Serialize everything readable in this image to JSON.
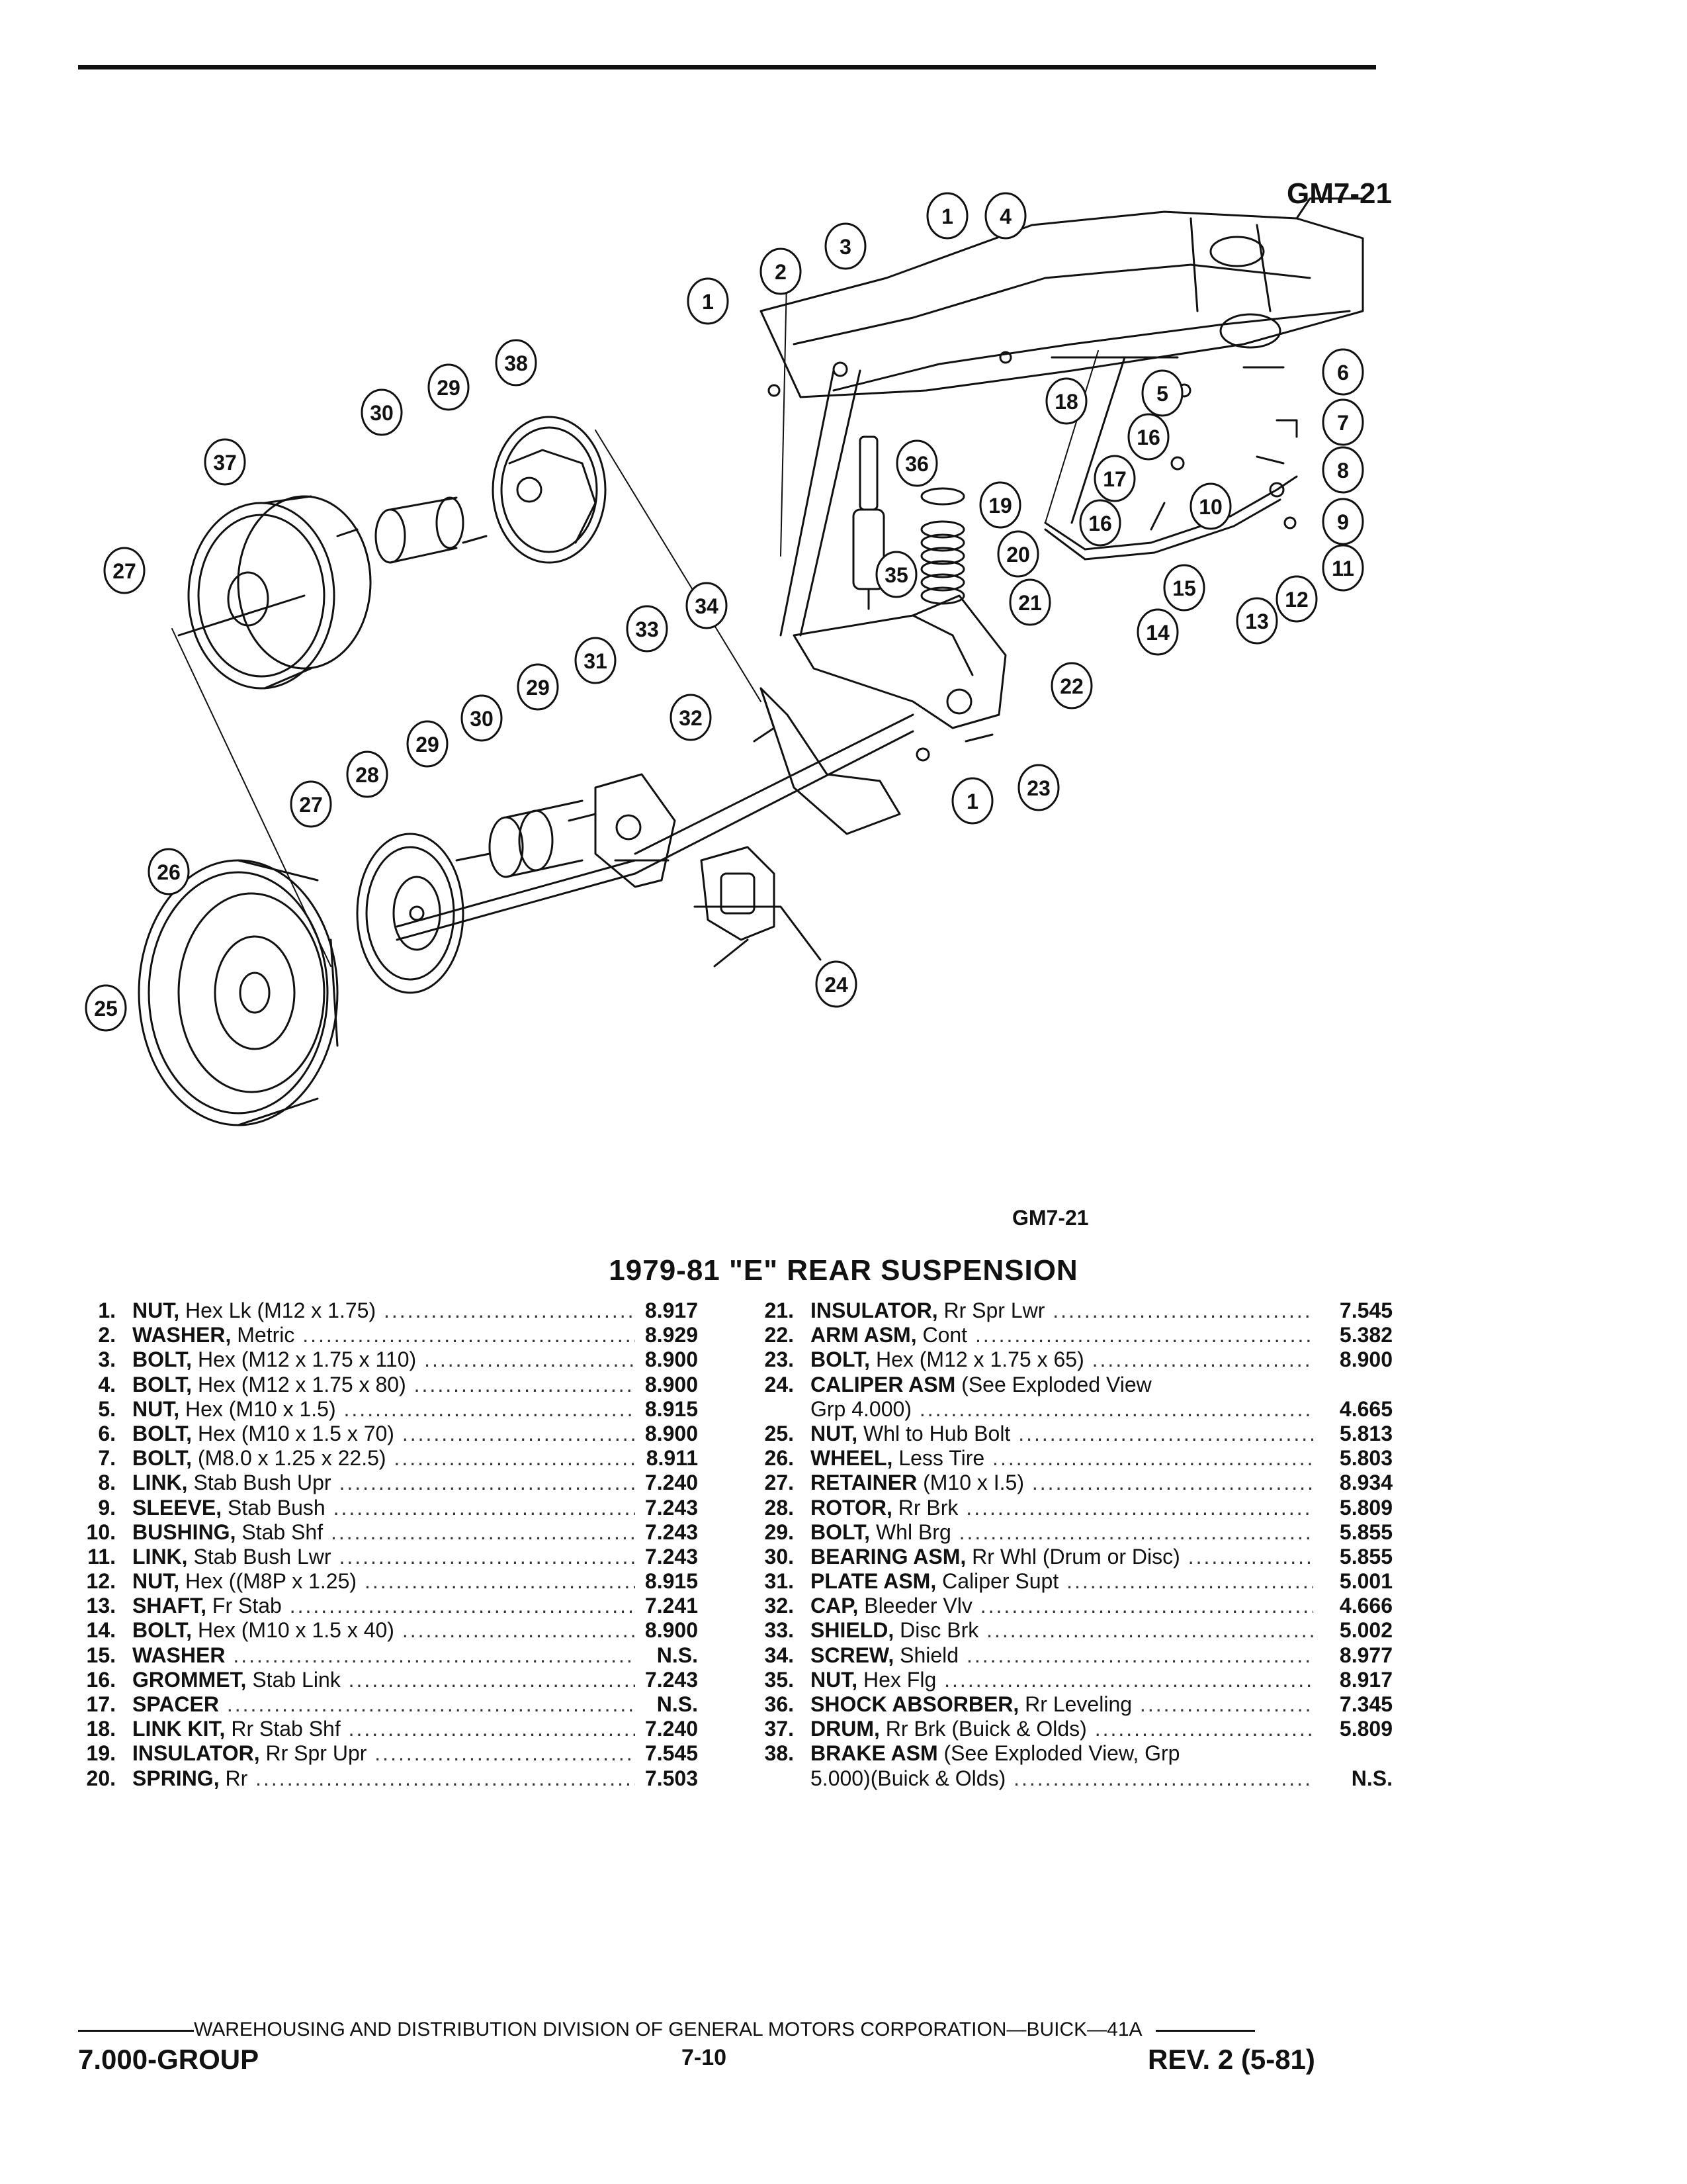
{
  "figure_id": "GM7-21",
  "figure_caption": "GM7-21",
  "title": "1979-81 \"E\" REAR SUSPENSION",
  "parts_left": [
    {
      "num": "1.",
      "name": "NUT,",
      "desc": "Hex Lk (M12 x 1.75)",
      "value": "8.917"
    },
    {
      "num": "2.",
      "name": "WASHER,",
      "desc": "Metric",
      "value": "8.929"
    },
    {
      "num": "3.",
      "name": "BOLT,",
      "desc": "Hex (M12 x 1.75 x 110)",
      "value": "8.900"
    },
    {
      "num": "4.",
      "name": "BOLT,",
      "desc": "Hex (M12 x 1.75 x 80)",
      "value": "8.900"
    },
    {
      "num": "5.",
      "name": "NUT,",
      "desc": "Hex (M10 x 1.5)",
      "value": "8.915"
    },
    {
      "num": "6.",
      "name": "BOLT,",
      "desc": "Hex (M10 x 1.5 x 70)",
      "value": "8.900"
    },
    {
      "num": "7.",
      "name": "BOLT,",
      "desc": "(M8.0 x 1.25 x 22.5)",
      "value": "8.911"
    },
    {
      "num": "8.",
      "name": "LINK,",
      "desc": "Stab Bush Upr",
      "value": "7.240"
    },
    {
      "num": "9.",
      "name": "SLEEVE,",
      "desc": "Stab Bush",
      "value": "7.243"
    },
    {
      "num": "10.",
      "name": "BUSHING,",
      "desc": "Stab Shf",
      "value": "7.243"
    },
    {
      "num": "11.",
      "name": "LINK,",
      "desc": "Stab Bush Lwr",
      "value": "7.243"
    },
    {
      "num": "12.",
      "name": "NUT,",
      "desc": "Hex ((M8P x 1.25)",
      "value": "8.915"
    },
    {
      "num": "13.",
      "name": "SHAFT,",
      "desc": "Fr Stab",
      "value": "7.241"
    },
    {
      "num": "14.",
      "name": "BOLT,",
      "desc": "Hex (M10 x 1.5 x 40)",
      "value": "8.900"
    },
    {
      "num": "15.",
      "name": "WASHER",
      "desc": "",
      "value": "N.S."
    },
    {
      "num": "16.",
      "name": "GROMMET,",
      "desc": "Stab Link",
      "value": "7.243"
    },
    {
      "num": "17.",
      "name": "SPACER",
      "desc": "",
      "value": "N.S."
    },
    {
      "num": "18.",
      "name": "LINK KIT,",
      "desc": "Rr Stab Shf",
      "value": "7.240"
    },
    {
      "num": "19.",
      "name": "INSULATOR,",
      "desc": "Rr Spr Upr",
      "value": "7.545"
    },
    {
      "num": "20.",
      "name": "SPRING,",
      "desc": "Rr",
      "value": "7.503"
    }
  ],
  "parts_right": [
    {
      "num": "21.",
      "name": "INSULATOR,",
      "desc": "Rr Spr Lwr",
      "value": "7.545"
    },
    {
      "num": "22.",
      "name": "ARM ASM,",
      "desc": "Cont",
      "value": "5.382"
    },
    {
      "num": "23.",
      "name": "BOLT,",
      "desc": "Hex (M12 x 1.75 x 65)",
      "value": "8.900"
    },
    {
      "num": "24.",
      "name": "CALIPER ASM",
      "desc": "(See Exploded View",
      "value": ""
    },
    {
      "num": "",
      "name": "",
      "desc": "Grp 4.000)",
      "value": "4.665"
    },
    {
      "num": "25.",
      "name": "NUT,",
      "desc": "Whl to Hub Bolt",
      "value": "5.813"
    },
    {
      "num": "26.",
      "name": "WHEEL,",
      "desc": "Less Tire",
      "value": "5.803"
    },
    {
      "num": "27.",
      "name": "RETAINER",
      "desc": "(M10 x I.5)",
      "value": "8.934"
    },
    {
      "num": "28.",
      "name": "ROTOR,",
      "desc": "Rr Brk",
      "value": "5.809"
    },
    {
      "num": "29.",
      "name": "BOLT,",
      "desc": "Whl Brg",
      "value": "5.855"
    },
    {
      "num": "30.",
      "name": "BEARING ASM,",
      "desc": "Rr Whl (Drum or Disc)",
      "value": "5.855"
    },
    {
      "num": "31.",
      "name": "PLATE ASM,",
      "desc": "Caliper Supt",
      "value": "5.001"
    },
    {
      "num": "32.",
      "name": "CAP,",
      "desc": "Bleeder Vlv",
      "value": "4.666"
    },
    {
      "num": "33.",
      "name": "SHIELD,",
      "desc": "Disc Brk",
      "value": "5.002"
    },
    {
      "num": "34.",
      "name": "SCREW,",
      "desc": "Shield",
      "value": "8.977"
    },
    {
      "num": "35.",
      "name": "NUT,",
      "desc": "Hex Flg",
      "value": "8.917"
    },
    {
      "num": "36.",
      "name": "SHOCK ABSORBER,",
      "desc": "Rr Leveling",
      "value": "7.345"
    },
    {
      "num": "37.",
      "name": "DRUM,",
      "desc": "Rr Brk (Buick & Olds)",
      "value": "5.809"
    },
    {
      "num": "38.",
      "name": "BRAKE ASM",
      "desc": "(See Exploded View, Grp",
      "value": ""
    },
    {
      "num": "",
      "name": "",
      "desc": "5.000)(Buick & Olds)",
      "value": "N.S."
    }
  ],
  "callouts": [
    "1",
    "2",
    "3",
    "1",
    "4",
    "6",
    "5",
    "7",
    "18",
    "16",
    "8",
    "17",
    "10",
    "9",
    "16",
    "11",
    "15",
    "12",
    "13",
    "14",
    "36",
    "19",
    "20",
    "35",
    "21",
    "22",
    "34",
    "33",
    "31",
    "32",
    "23",
    "1",
    "24",
    "29",
    "38",
    "30",
    "29",
    "37",
    "27",
    "30",
    "29",
    "28",
    "27",
    "26",
    "25"
  ],
  "footer": {
    "division": "WAREHOUSING AND DISTRIBUTION  DIVISION OF GENERAL MOTORS CORPORATION—BUICK—41A",
    "group": "7.000-GROUP",
    "page": "7-10",
    "revision": "REV. 2 (5-81)"
  }
}
